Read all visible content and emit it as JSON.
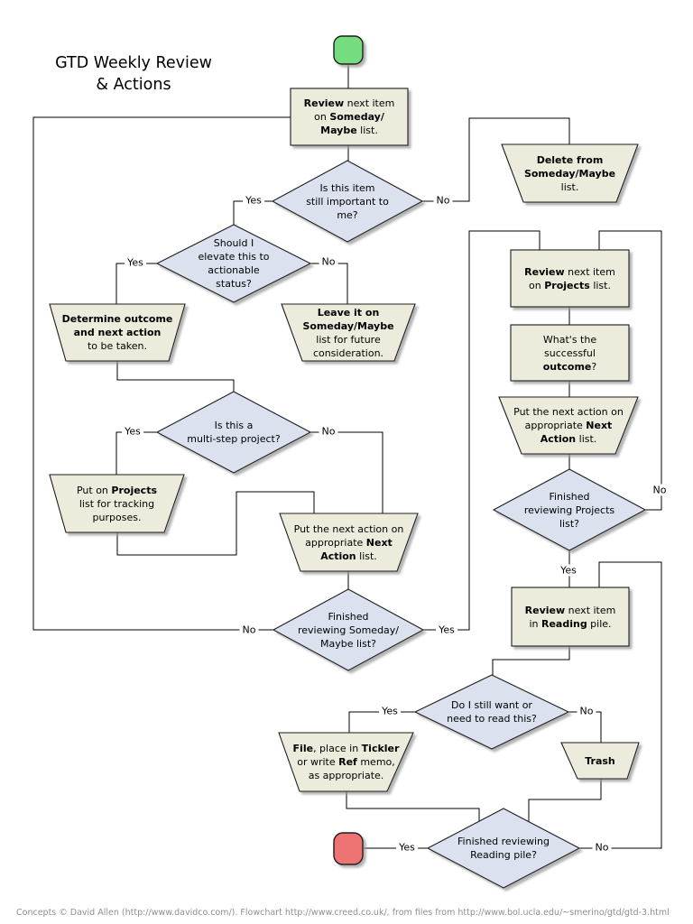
{
  "title": "GTD Weekly Review\n& Actions",
  "footer": "Concepts © David Allen (http://www.davidco.com/). Flowchart http://www.creed.co.uk/, from files from http://www.bol.ucla.edu/~smerino/gtd/gtd-3.html",
  "colors": {
    "box-fill": "#edecdc",
    "diamond-fill": "#dce1ef",
    "start-fill": "#74dc80",
    "end-fill": "#ee7373",
    "footer-text": "#8f8f8f"
  },
  "nodes": {
    "review_someday": {
      "lines": [
        [
          {
            "t": "Review",
            "b": true
          },
          " next item"
        ],
        [
          "on ",
          {
            "t": "Someday/",
            "b": true
          }
        ],
        [
          {
            "t": "Maybe",
            "b": true
          },
          " list."
        ]
      ]
    },
    "still_important": {
      "lines": [
        [
          "Is this item"
        ],
        [
          "still important to"
        ],
        [
          "me?"
        ]
      ]
    },
    "elevate": {
      "lines": [
        [
          "Should I"
        ],
        [
          "elevate this to"
        ],
        [
          "actionable"
        ],
        [
          "status?"
        ]
      ]
    },
    "determine_outcome": {
      "lines": [
        [
          {
            "t": "Determine outcome",
            "b": true
          }
        ],
        [
          {
            "t": "and next action",
            "b": true
          }
        ],
        [
          "to be taken."
        ]
      ]
    },
    "leave_on": {
      "lines": [
        [
          {
            "t": "Leave it on",
            "b": true
          }
        ],
        [
          {
            "t": "Someday/Maybe",
            "b": true
          }
        ],
        [
          "list for future"
        ],
        [
          "consideration."
        ]
      ]
    },
    "multi_step": {
      "lines": [
        [
          "Is this a"
        ],
        [
          "multi-step project?"
        ]
      ]
    },
    "put_on_projects": {
      "lines": [
        [
          "Put on ",
          {
            "t": "Projects",
            "b": true
          }
        ],
        [
          "list for tracking"
        ],
        [
          "purposes."
        ]
      ]
    },
    "next_action_left": {
      "lines": [
        [
          "Put the next action on"
        ],
        [
          "appropriate ",
          {
            "t": "Next",
            "b": true
          }
        ],
        [
          {
            "t": "Action",
            "b": true
          },
          " list."
        ]
      ]
    },
    "finished_someday": {
      "lines": [
        [
          "Finished"
        ],
        [
          "reviewing Someday/"
        ],
        [
          "Maybe list?"
        ]
      ]
    },
    "delete_from": {
      "lines": [
        [
          {
            "t": "Delete from",
            "b": true
          }
        ],
        [
          {
            "t": "Someday/Maybe",
            "b": true
          }
        ],
        [
          "list."
        ]
      ]
    },
    "review_projects": {
      "lines": [
        [
          {
            "t": "Review",
            "b": true
          },
          " next item"
        ],
        [
          "on ",
          {
            "t": "Projects",
            "b": true
          },
          " list."
        ]
      ]
    },
    "successful_outcome": {
      "lines": [
        [
          "What's the"
        ],
        [
          "successful"
        ],
        [
          {
            "t": "outcome",
            "b": true
          },
          "?"
        ]
      ]
    },
    "next_action_right": {
      "lines": [
        [
          "Put the next action on"
        ],
        [
          "appropriate ",
          {
            "t": "Next",
            "b": true
          }
        ],
        [
          {
            "t": "Action",
            "b": true
          },
          " list."
        ]
      ]
    },
    "finished_projects": {
      "lines": [
        [
          "Finished"
        ],
        [
          "reviewing Projects"
        ],
        [
          "list?"
        ]
      ]
    },
    "review_reading": {
      "lines": [
        [
          {
            "t": "Review",
            "b": true
          },
          " next item"
        ],
        [
          "in ",
          {
            "t": "Reading",
            "b": true
          },
          " pile."
        ]
      ]
    },
    "still_want": {
      "lines": [
        [
          "Do I still want or"
        ],
        [
          "need to read this?"
        ]
      ]
    },
    "file_tickler": {
      "lines": [
        [
          {
            "t": "File",
            "b": true
          },
          ", place in ",
          {
            "t": "Tickler",
            "b": true
          }
        ],
        [
          "or write ",
          {
            "t": "Ref",
            "b": true
          },
          " memo,"
        ],
        [
          "as appropriate."
        ]
      ]
    },
    "trash": {
      "lines": [
        [
          {
            "t": "Trash",
            "b": true
          }
        ]
      ]
    },
    "finished_reading": {
      "lines": [
        [
          "Finished reviewing"
        ],
        [
          "Reading pile?"
        ]
      ]
    }
  },
  "edge_labels": {
    "d1_yes": "Yes",
    "d1_no": "No",
    "d2_yes": "Yes",
    "d2_no": "No",
    "d3_yes": "Yes",
    "d3_no": "No",
    "d4_yes": "Yes",
    "d4_no": "No",
    "d5_yes": "Yes",
    "d5_no": "No",
    "d6_yes": "Yes",
    "d6_no": "No",
    "d7_yes": "Yes",
    "d7_no": "No"
  }
}
